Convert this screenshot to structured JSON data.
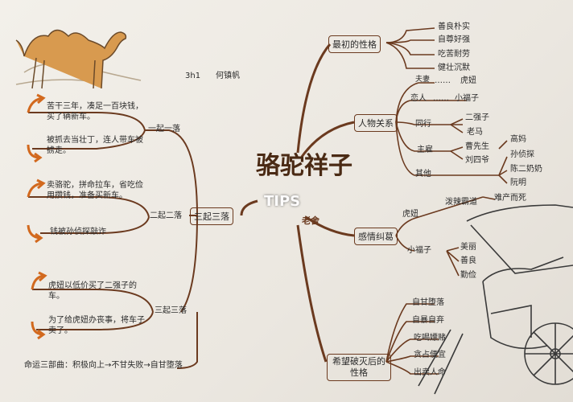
{
  "header": {
    "class_name": "3h1",
    "student_name": "何镇帆"
  },
  "center": {
    "title": "骆驼祥子",
    "author": "老舍",
    "watermark": "TIPS"
  },
  "left": {
    "branch_label": "三起三落",
    "rise1": {
      "label": "一起一落",
      "events": [
        "苦干三年，凑足一百块钱，买了辆新车。",
        "被抓去当壮丁，连人带车被掳走。"
      ]
    },
    "rise2": {
      "label": "二起二落",
      "events": [
        "卖骆驼，拼命拉车，省吃俭用攒钱，准备买新车。",
        "钱被孙侦探敲诈"
      ]
    },
    "rise3": {
      "label": "三起三落",
      "events": [
        "虎妞以低价买了二强子的车。",
        "为了给虎妞办丧事，将车子卖了。"
      ]
    },
    "fate": "命运三部曲：积极向上→不甘失败→自甘堕落"
  },
  "right": {
    "personality": {
      "label": "最初的性格",
      "items": [
        "善良朴实",
        "自尊好强",
        "吃苦耐劳",
        "健壮沉默"
      ]
    },
    "relations": {
      "label": "人物关系",
      "groups": [
        {
          "label": "夫妻",
          "member": "虎妞",
          "dots": "……"
        },
        {
          "label": "恋人",
          "member": "小福子",
          "dots": "……"
        },
        {
          "label": "同行",
          "members": [
            "二强子",
            "老马"
          ]
        },
        {
          "label": "主雇",
          "members": [
            "曹先生",
            "刘四爷"
          ]
        },
        {
          "label": "其他",
          "members": [
            "高妈",
            "孙侦探",
            "陈二奶奶",
            "阮明"
          ]
        }
      ]
    },
    "love": {
      "label": "感情纠葛",
      "huniu": {
        "label": "虎妞",
        "detail": "泼辣霸道",
        "end": "难产而死"
      },
      "xiaofuzi": {
        "label": "小福子",
        "items": [
          "美丽",
          "善良",
          "勤俭"
        ]
      }
    },
    "after": {
      "label": "希望破灭后的性格",
      "items": [
        "自甘堕落",
        "自暴自弃",
        "吃喝嫖赌",
        "贪占便宜",
        "出卖人命"
      ]
    }
  },
  "colors": {
    "branch": "#6b3a1f",
    "arrow": "#d2691e",
    "camel": "#c98a3e",
    "outline": "#8a6a4a"
  },
  "icons": [
    "camel-drawing",
    "rickshaw-drawing",
    "orange-arrow-icon"
  ]
}
